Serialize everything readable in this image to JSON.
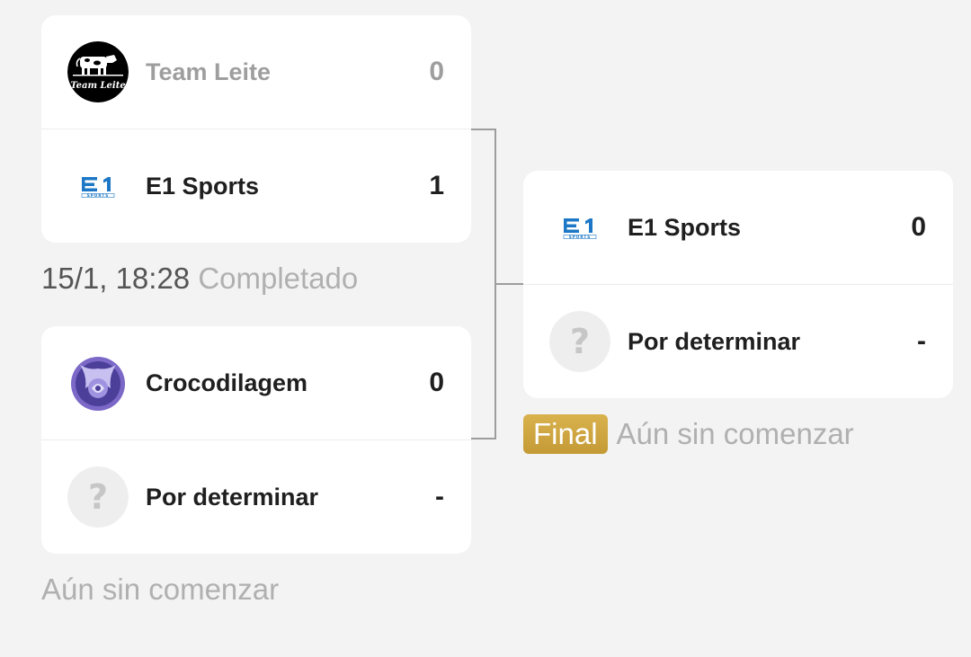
{
  "matches": [
    {
      "teams": [
        {
          "name": "Team Leite",
          "score": "0",
          "logo_text": "Team Leite",
          "logo": "cow-logo"
        },
        {
          "name": "E1 Sports",
          "score": "1",
          "logo": "e1-sports-logo"
        }
      ],
      "datetime": "15/1, 18:28",
      "status": "Completado"
    },
    {
      "teams": [
        {
          "name": "Crocodilagem",
          "score": "0",
          "logo": "crocodilagem-emblem"
        },
        {
          "name": "Por determinar",
          "score": "-",
          "logo": "question-mark-icon"
        }
      ],
      "status": "Aún sin comenzar"
    }
  ],
  "final_match": {
    "badge": "Final",
    "status": "Aún sin comenzar",
    "teams": [
      {
        "name": "E1 Sports",
        "score": "0",
        "logo": "e1-sports-logo"
      },
      {
        "name": "Por determinar",
        "score": "-",
        "logo": "question-mark-icon"
      }
    ]
  },
  "colors": {
    "background": "#f3f3f3",
    "card": "#ffffff",
    "badge_gold": "#c9a13d",
    "winner_text": "#1f1f1f",
    "loser_text": "#9e9e9e",
    "muted_text": "#b0b0b0",
    "connector": "#9d9d9d",
    "e1_blue": "#1c78c6"
  }
}
